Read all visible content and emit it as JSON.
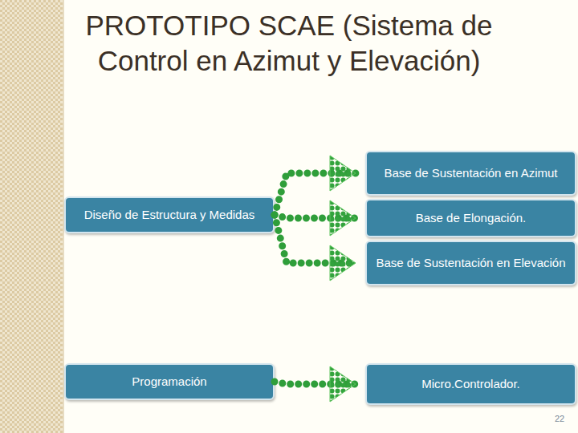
{
  "diagram": {
    "title": "PROTOTIPO SCAE (Sistema de Control en Azimut y Elevación)",
    "nodes": [
      {
        "text": [
          "Diseño de Estructura y Medidas"
        ]
      },
      {
        "text": [
          "Base de Sustentación en Azimut"
        ]
      },
      {
        "text": [
          "Base de Elongación."
        ]
      },
      {
        "text": [
          "Base de Sustentación en Elevación"
        ]
      },
      {
        "text": [
          "Programación"
        ]
      },
      {
        "text": [
          "Micro.Controlador."
        ]
      }
    ],
    "edges": [
      {
        "from": 0,
        "to": 1,
        "arrow": "to"
      },
      {
        "from": 0,
        "to": 2,
        "arrow": "to"
      },
      {
        "from": 0,
        "to": 3,
        "arrow": "to"
      },
      {
        "from": 4,
        "to": 5,
        "arrow": "to"
      }
    ],
    "labels": [
      "22"
    ]
  }
}
